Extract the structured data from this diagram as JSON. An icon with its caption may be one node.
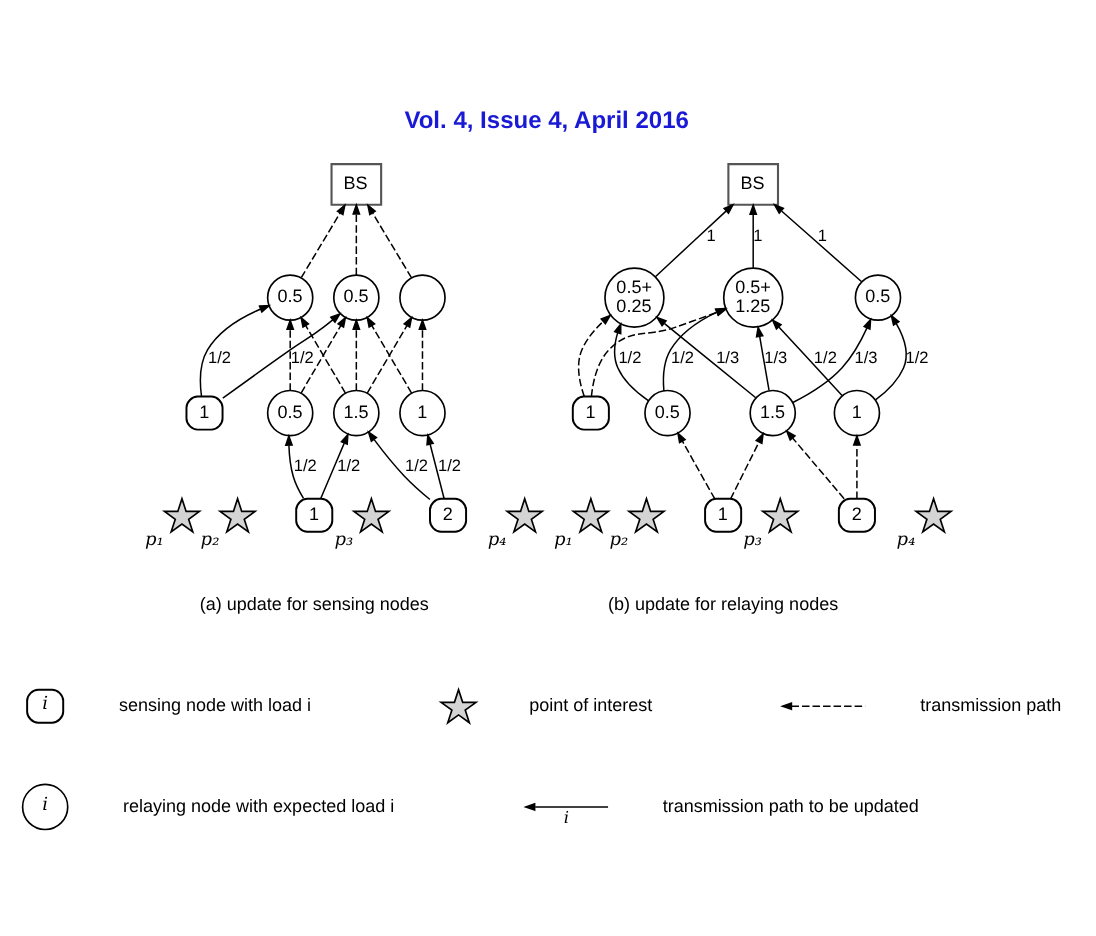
{
  "diagram": {
    "title": "Vol. 4, Issue 4, April 2016",
    "nodes": [
      {
        "text": [
          "BS"
        ]
      },
      {
        "text": [
          "0.5"
        ]
      },
      {
        "text": [
          "0.5"
        ]
      },
      {
        "text": [],
        "shape": "circle"
      },
      {
        "text": [
          "1"
        ]
      },
      {
        "text": [
          "0.5"
        ]
      },
      {
        "text": [
          "1.5"
        ]
      },
      {
        "text": [
          "1"
        ]
      },
      {
        "text": [],
        "shape": "star",
        "beside": [
          "p₁"
        ]
      },
      {
        "text": [],
        "shape": "star",
        "beside": [
          "p₃"
        ]
      },
      {
        "text": [
          "2"
        ]
      },
      {
        "text": [],
        "shape": "star",
        "beside": [
          "p₄"
        ]
      },
      {
        "text": [],
        "shape": "star",
        "beside": [
          "p₂"
        ]
      },
      {
        "text": [
          "1"
        ]
      },
      {
        "text": [
          "BS"
        ]
      },
      {
        "text": [
          "0.5+ 0.25"
        ]
      },
      {
        "text": [
          "0.5+ 1.25"
        ]
      },
      {
        "text": [
          "0.5"
        ]
      },
      {
        "text": [
          "1"
        ]
      },
      {
        "text": [
          "0.5"
        ]
      },
      {
        "text": [
          "1.5"
        ]
      },
      {
        "text": [
          "1"
        ]
      },
      {
        "text": [],
        "shape": "star",
        "beside": [
          "p₁"
        ]
      },
      {
        "text": [],
        "shape": "star",
        "beside": [
          "p₃"
        ]
      },
      {
        "text": [
          "2"
        ]
      },
      {
        "text": [],
        "shape": "star",
        "beside": [
          "p₄"
        ]
      },
      {
        "text": [],
        "shape": "star",
        "beside": [
          "p₂"
        ]
      },
      {
        "text": [
          "1"
        ]
      },
      {
        "text": [
          "i"
        ]
      },
      {
        "text": [],
        "shape": "star"
      },
      {
        "text": [
          "i"
        ]
      }
    ],
    "edges": [
      {
        "from": 1,
        "to": 0,
        "arrow": "to",
        "style": "dashed"
      },
      {
        "from": 2,
        "to": 0,
        "arrow": "to",
        "style": "dashed"
      },
      {
        "from": 3,
        "to": 0,
        "arrow": "to",
        "style": "dashed"
      },
      {
        "from": 4,
        "to": 1,
        "arrow": "to",
        "label": "1/2"
      },
      {
        "from": 4,
        "to": 2,
        "arrow": "to",
        "label": "1/2"
      },
      {
        "from": 5,
        "to": 1,
        "arrow": "to",
        "style": "dashed"
      },
      {
        "from": 5,
        "to": 2,
        "arrow": "to",
        "style": "dashed"
      },
      {
        "from": 6,
        "to": 1,
        "arrow": "to",
        "style": "dashed"
      },
      {
        "from": 6,
        "to": 2,
        "arrow": "to",
        "style": "dashed"
      },
      {
        "from": 6,
        "to": 3,
        "arrow": "to",
        "style": "dashed"
      },
      {
        "from": 7,
        "to": 2,
        "arrow": "to",
        "style": "dashed"
      },
      {
        "from": 7,
        "to": 3,
        "arrow": "to",
        "style": "dashed"
      },
      {
        "from": 13,
        "to": 5,
        "arrow": "to",
        "label": "1/2"
      },
      {
        "from": 13,
        "to": 6,
        "arrow": "to",
        "label": "1/2"
      },
      {
        "from": 10,
        "to": 6,
        "arrow": "to",
        "label": "1/2"
      },
      {
        "from": 10,
        "to": 7,
        "arrow": "to",
        "label": "1/2"
      },
      {
        "from": 15,
        "to": 14,
        "arrow": "to",
        "label": "1"
      },
      {
        "from": 16,
        "to": 14,
        "arrow": "to",
        "label": "1"
      },
      {
        "from": 17,
        "to": 14,
        "arrow": "to",
        "label": "1"
      },
      {
        "from": 18,
        "to": 15,
        "arrow": "to",
        "style": "dashed"
      },
      {
        "from": 18,
        "to": 16,
        "arrow": "to",
        "style": "dashed"
      },
      {
        "from": 19,
        "to": 15,
        "arrow": "to",
        "label": "1/2"
      },
      {
        "from": 19,
        "to": 16,
        "arrow": "to",
        "label": "1/2"
      },
      {
        "from": 20,
        "to": 15,
        "arrow": "to",
        "label": "1/3"
      },
      {
        "from": 20,
        "to": 16,
        "arrow": "to",
        "label": "1/3"
      },
      {
        "from": 20,
        "to": 17,
        "arrow": "to",
        "label": "1/3"
      },
      {
        "from": 21,
        "to": 16,
        "arrow": "to",
        "label": "1/2"
      },
      {
        "from": 21,
        "to": 17,
        "arrow": "to",
        "label": "1/2"
      },
      {
        "from": 27,
        "to": 19,
        "arrow": "to",
        "style": "dashed"
      },
      {
        "from": 27,
        "to": 20,
        "arrow": "to",
        "style": "dashed"
      },
      {
        "from": 24,
        "to": 20,
        "arrow": "to",
        "style": "dashed"
      },
      {
        "from": 24,
        "to": 21,
        "arrow": "to",
        "style": "dashed"
      }
    ],
    "labels": [
      "(a) update for sensing nodes",
      "(b) update for relaying nodes",
      "i"
    ],
    "legend": [
      {
        "text": "sensing node with load i"
      },
      {
        "text": "point of interest"
      },
      {
        "text": "transmission path"
      },
      {
        "text": "relaying node with expected load i"
      },
      {
        "text": "transmission path to be updated"
      }
    ]
  }
}
